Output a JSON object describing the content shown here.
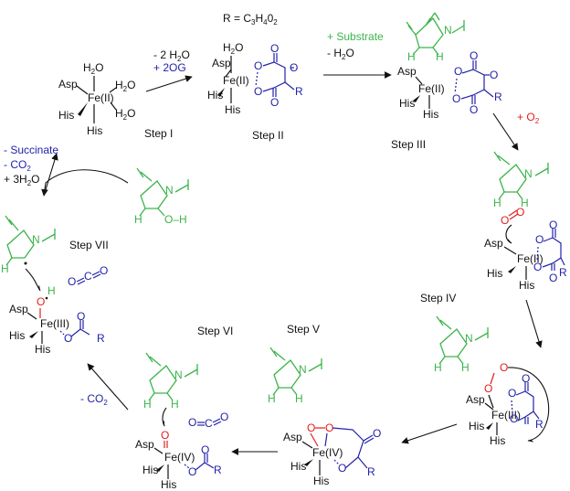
{
  "colors": {
    "black": "#111111",
    "green": "#3cb44b",
    "blue": "#2222aa",
    "red": "#e0201c"
  },
  "r_definition": "R = C",
  "r_definition_rest": [
    "3",
    "H",
    "4",
    "0",
    "2"
  ],
  "labels": {
    "asp": "Asp",
    "his": "His",
    "h2o": "H",
    "fe2": "Fe(II)",
    "fe3": "Fe(III)",
    "fe4": "Fe(IV)",
    "o": "O",
    "r": "R",
    "n": "N",
    "h": "H",
    "c": "C",
    "oh": "O–H"
  },
  "steps": [
    "Step I",
    "Step II",
    "Step III",
    "Step IV",
    "Step V",
    "Step VI",
    "Step VII"
  ],
  "conditions": {
    "step1_minus_water": "- 2 H",
    "step1_minus_water_sub": "2",
    "step1_minus_water_tail": "O",
    "step1_plus_2og": "+ 2OG",
    "step2_plus_substrate": "+ Substrate",
    "step2_minus_water": "- H",
    "step2_minus_water_sub": "2",
    "step2_minus_water_tail": "O",
    "step3_plus_o2": "+ O",
    "step3_plus_o2_sub": "2",
    "step6_minus_co2": "- CO",
    "step6_minus_co2_sub": "2",
    "step7_minus_succinate": "- Succinate",
    "step7_minus_co2": "- CO",
    "step7_minus_co2_sub": "2",
    "step7_plus_water": "+ 3H",
    "step7_plus_water_sub": "2",
    "step7_plus_water_tail": "O"
  }
}
